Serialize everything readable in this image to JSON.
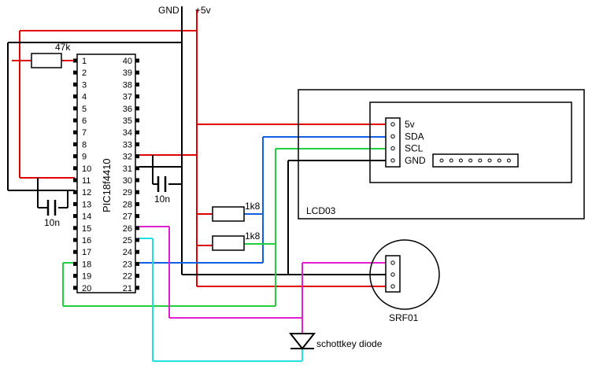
{
  "colors": {
    "red": "#e00000",
    "black": "#000000",
    "blue": "#1060e0",
    "green": "#20d040",
    "magenta": "#e020d0",
    "cyan": "#20e0e0"
  },
  "labels": {
    "gnd": "GND",
    "plus5v": "+5v",
    "resistor_47k": "47k",
    "chip_name": "PIC18f4410",
    "cap1": "10n",
    "cap2": "10n",
    "r1": "1k8",
    "r2": "1k8",
    "lcd_name": "LCD03",
    "srf_name": "SRF01",
    "diode_label": "schottkey diode"
  },
  "lcd_pins": [
    "5v",
    "SDA",
    "SCL",
    "GND"
  ],
  "pic_left_pins": [
    "1",
    "2",
    "3",
    "4",
    "5",
    "6",
    "7",
    "8",
    "9",
    "10",
    "11",
    "12",
    "13",
    "14",
    "15",
    "16",
    "17",
    "18",
    "19",
    "20"
  ],
  "pic_right_pins": [
    "40",
    "39",
    "38",
    "37",
    "36",
    "35",
    "34",
    "33",
    "32",
    "31",
    "30",
    "29",
    "28",
    "27",
    "26",
    "25",
    "24",
    "23",
    "22",
    "21"
  ]
}
